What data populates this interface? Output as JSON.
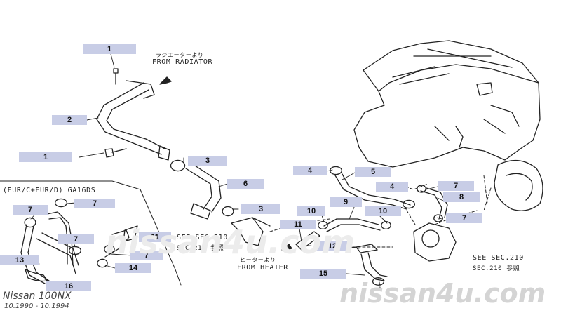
{
  "callouts": [
    {
      "num": "1"
    },
    {
      "num": "2"
    },
    {
      "num": "1"
    },
    {
      "num": "3"
    },
    {
      "num": "6"
    },
    {
      "num": "3"
    },
    {
      "num": "4"
    },
    {
      "num": "5"
    },
    {
      "num": "4"
    },
    {
      "num": "7"
    },
    {
      "num": "8"
    },
    {
      "num": "9"
    },
    {
      "num": "10"
    },
    {
      "num": "10"
    },
    {
      "num": "7"
    },
    {
      "num": "11"
    },
    {
      "num": "12"
    },
    {
      "num": "15"
    },
    {
      "num": "7"
    },
    {
      "num": "7"
    },
    {
      "num": "7"
    },
    {
      "num": "11"
    },
    {
      "num": "7"
    },
    {
      "num": "13"
    },
    {
      "num": "14"
    },
    {
      "num": "16"
    }
  ],
  "labels": {
    "from_radiator_jp": "ラジエーターより",
    "from_radiator": "FROM RADIATOR",
    "from_heater_jp": "ヒーターより",
    "from_heater": "FROM HEATER",
    "see_sec_left_1": "SEE SEC.210",
    "see_sec_left_2": "SEC.210 参照",
    "see_sec_right_1": "SEE SEC.210",
    "see_sec_right_2": "SEC.210 参照",
    "variant": "(EUR/C+EUR/D) GA16DS"
  },
  "watermark": {
    "center": "nissan4u.com",
    "bottom_right": "nissan4u.com"
  },
  "footer": {
    "model": "Nissan 100NX",
    "dates": "10.1990 - 10.1994"
  },
  "colors": {
    "callout_bg": "#c8cde6",
    "line": "#222222",
    "watermark": "#d4d4d4"
  }
}
